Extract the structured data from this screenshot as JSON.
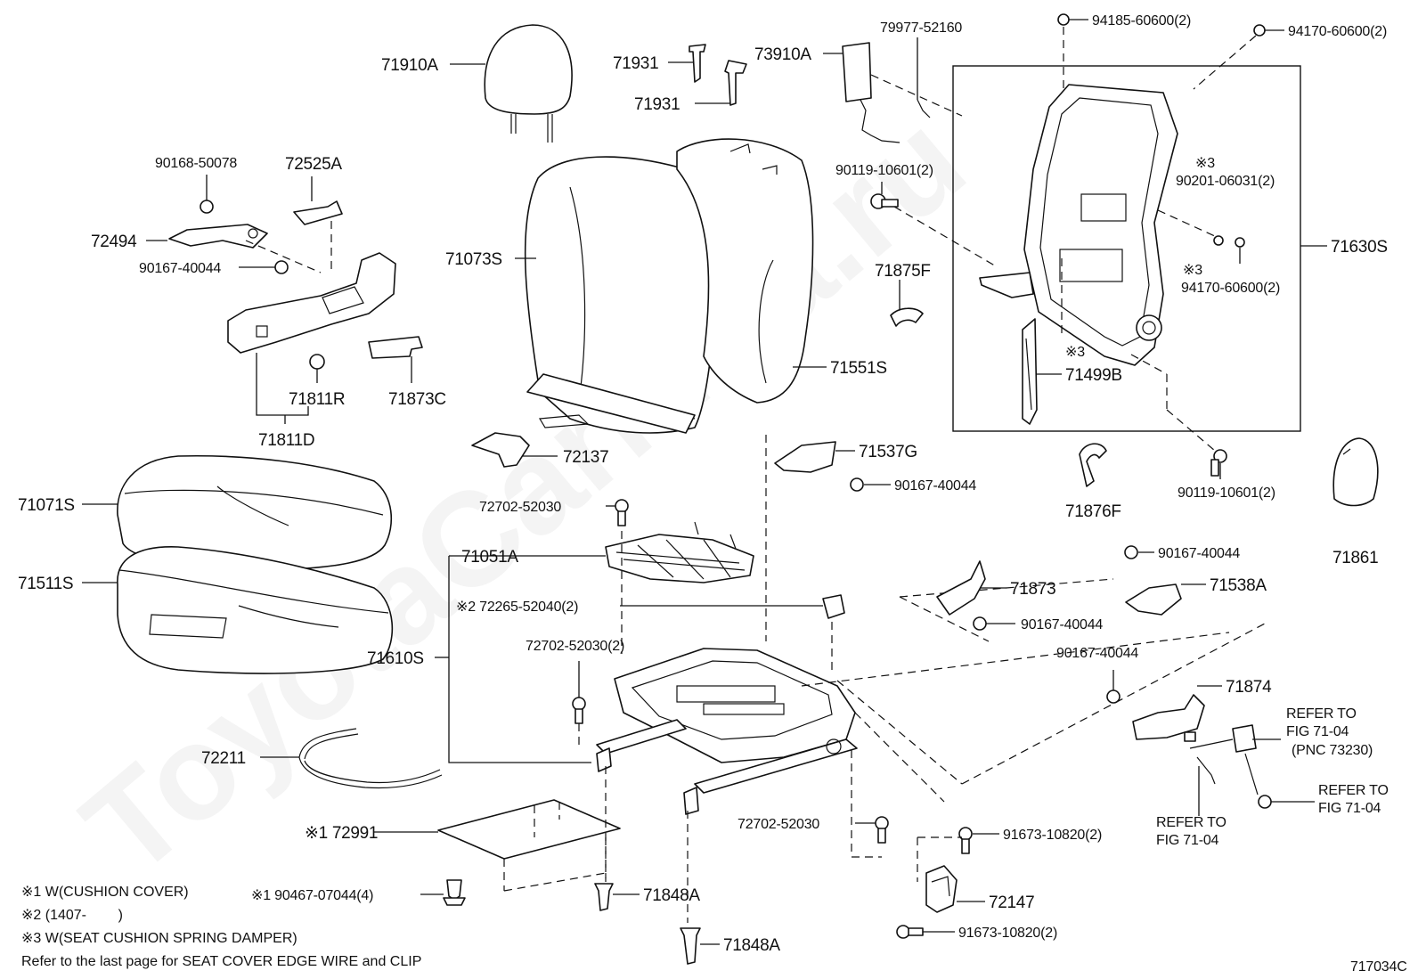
{
  "watermark": "ToyotaCarMira.ru",
  "figure_code": "717034C",
  "labels": {
    "p71910A": "71910A",
    "p71931a": "71931",
    "p71931b": "71931",
    "p73910A": "73910A",
    "p79977": "79977-52160",
    "p94185": "94185-60600(2)",
    "p94170a": "94170-60600(2)",
    "p90168": "90168-50078",
    "p72525A": "72525A",
    "p72494": "72494",
    "p90167a": "90167-40044",
    "p71073S": "71073S",
    "p90119a": "90119-10601(2)",
    "p90201mark": "※3",
    "p90201": "90201-06031(2)",
    "p71630S": "71630S",
    "p94170bmark": "※3",
    "p94170b": "94170-60600(2)",
    "p71875F": "71875F",
    "p71811R": "71811R",
    "p71873C": "71873C",
    "p71811D": "71811D",
    "p71551S": "71551S",
    "p71499Bmark": "※3",
    "p71499B": "71499B",
    "p72137": "72137",
    "p71537G": "71537G",
    "p90167b": "90167-40044",
    "p90119b": "90119-10601(2)",
    "p71876F": "71876F",
    "p71861": "71861",
    "p71071S": "71071S",
    "p72702a": "72702-52030",
    "p90167c": "90167-40044",
    "p71051A": "71051A",
    "p71873": "71873",
    "p71538A": "71538A",
    "p71511S": "71511S",
    "p72265": "※2 72265-52040(2)",
    "p90167d": "90167-40044",
    "p72702b": "72702-52030(2)",
    "p90167e": "90167-40044",
    "p71610S": "71610S",
    "p71874": "71874",
    "refer1a": "REFER TO",
    "refer1b": "FIG 71-04",
    "refer1c": "(PNC 73230)",
    "p72211": "72211",
    "refer2a": "REFER TO",
    "refer2b": "FIG 71-04",
    "refer3a": "REFER TO",
    "refer3b": "FIG 71-04",
    "p72991": "※1 72991",
    "p72702c": "72702-52030",
    "p91673a": "91673-10820(2)",
    "p90467": "※1 90467-07044(4)",
    "p71848Aa": "71848A",
    "p72147": "72147",
    "p91673b": "91673-10820(2)",
    "p71848Ab": "71848A"
  },
  "notes": {
    "n1": "※1 W(CUSHION COVER)",
    "n2": "※2 (1407-        )",
    "n3": "※3 W(SEAT CUSHION SPRING DAMPER)",
    "n4": "Refer to the last page for SEAT COVER EDGE WIRE and CLIP"
  }
}
